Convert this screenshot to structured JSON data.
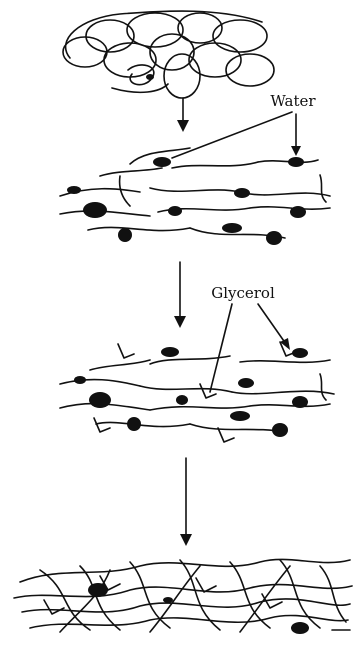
{
  "labels": {
    "water": "Water",
    "glycerol": "Glycerol"
  },
  "colors": {
    "ink": "#111111",
    "background": "#ffffff"
  },
  "stages": [
    {
      "id": "granule-cluster"
    },
    {
      "id": "water-plasticized"
    },
    {
      "id": "glycerol-plasticized"
    },
    {
      "id": "entangled-network"
    }
  ]
}
